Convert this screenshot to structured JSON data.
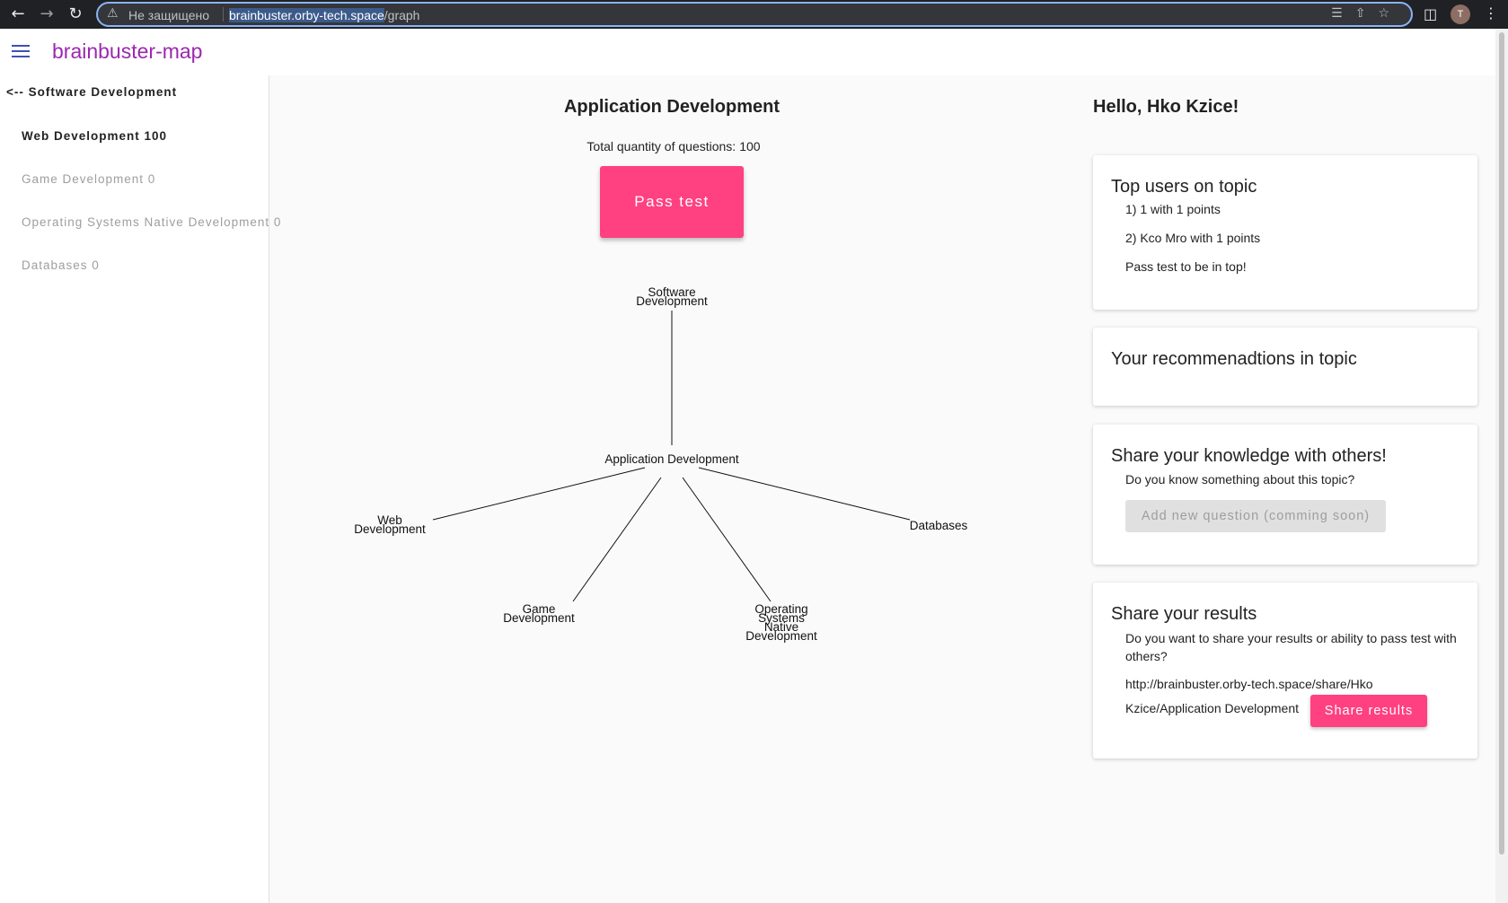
{
  "browser": {
    "insecure_label": "Не защищено",
    "url_host": "brainbuster.orby-tech.space",
    "url_path": "/graph",
    "profile_initial": "T",
    "back_icon": "arrow-left-icon",
    "forward_icon": "arrow-right-icon",
    "reload_icon": "reload-icon"
  },
  "app": {
    "title": "brainbuster-map",
    "title_color": "#9c27b0",
    "accent_color": "#ff4081",
    "menu_color": "#3f51b5"
  },
  "sidebar": {
    "back_label": "<-- Software Development",
    "items": [
      {
        "label": "Web Development 100",
        "active": true
      },
      {
        "label": "Game Development 0",
        "active": false
      },
      {
        "label": "Operating Systems Native Development 0",
        "active": false
      },
      {
        "label": "Databases 0",
        "active": false
      }
    ]
  },
  "main": {
    "title": "Application Development",
    "quantity_label": "Total quantity of questions:",
    "quantity_value": "100",
    "pass_button": "Pass test"
  },
  "graph": {
    "parent": [
      "Software",
      "Development"
    ],
    "center": [
      "Application Development"
    ],
    "children": [
      [
        "Web",
        "Development"
      ],
      [
        "Game",
        "Development"
      ],
      [
        "Operating",
        "Systems",
        "Native",
        "Development"
      ],
      [
        "Databases"
      ]
    ]
  },
  "right": {
    "greeting": "Hello, Hko Kzice!",
    "top_users": {
      "title": "Top users on topic",
      "entries": [
        "1) 1 with 1 points",
        "2) Kco Mro with 1 points"
      ],
      "hint": "Pass test to be in top!"
    },
    "recommendations": {
      "title": "Your recommenadtions in topic"
    },
    "share_knowledge": {
      "title": "Share your knowledge with others!",
      "question": "Do you know something about this topic?",
      "button": "Add new question (comming soon)"
    },
    "share_results": {
      "title": "Share your results",
      "question": "Do you want to share your results or ability to pass test with others?",
      "link_line1": "http://brainbuster.orby-tech.space/share/Hko",
      "link_line2": "Kzice/Application Development",
      "button": "Share results"
    }
  }
}
